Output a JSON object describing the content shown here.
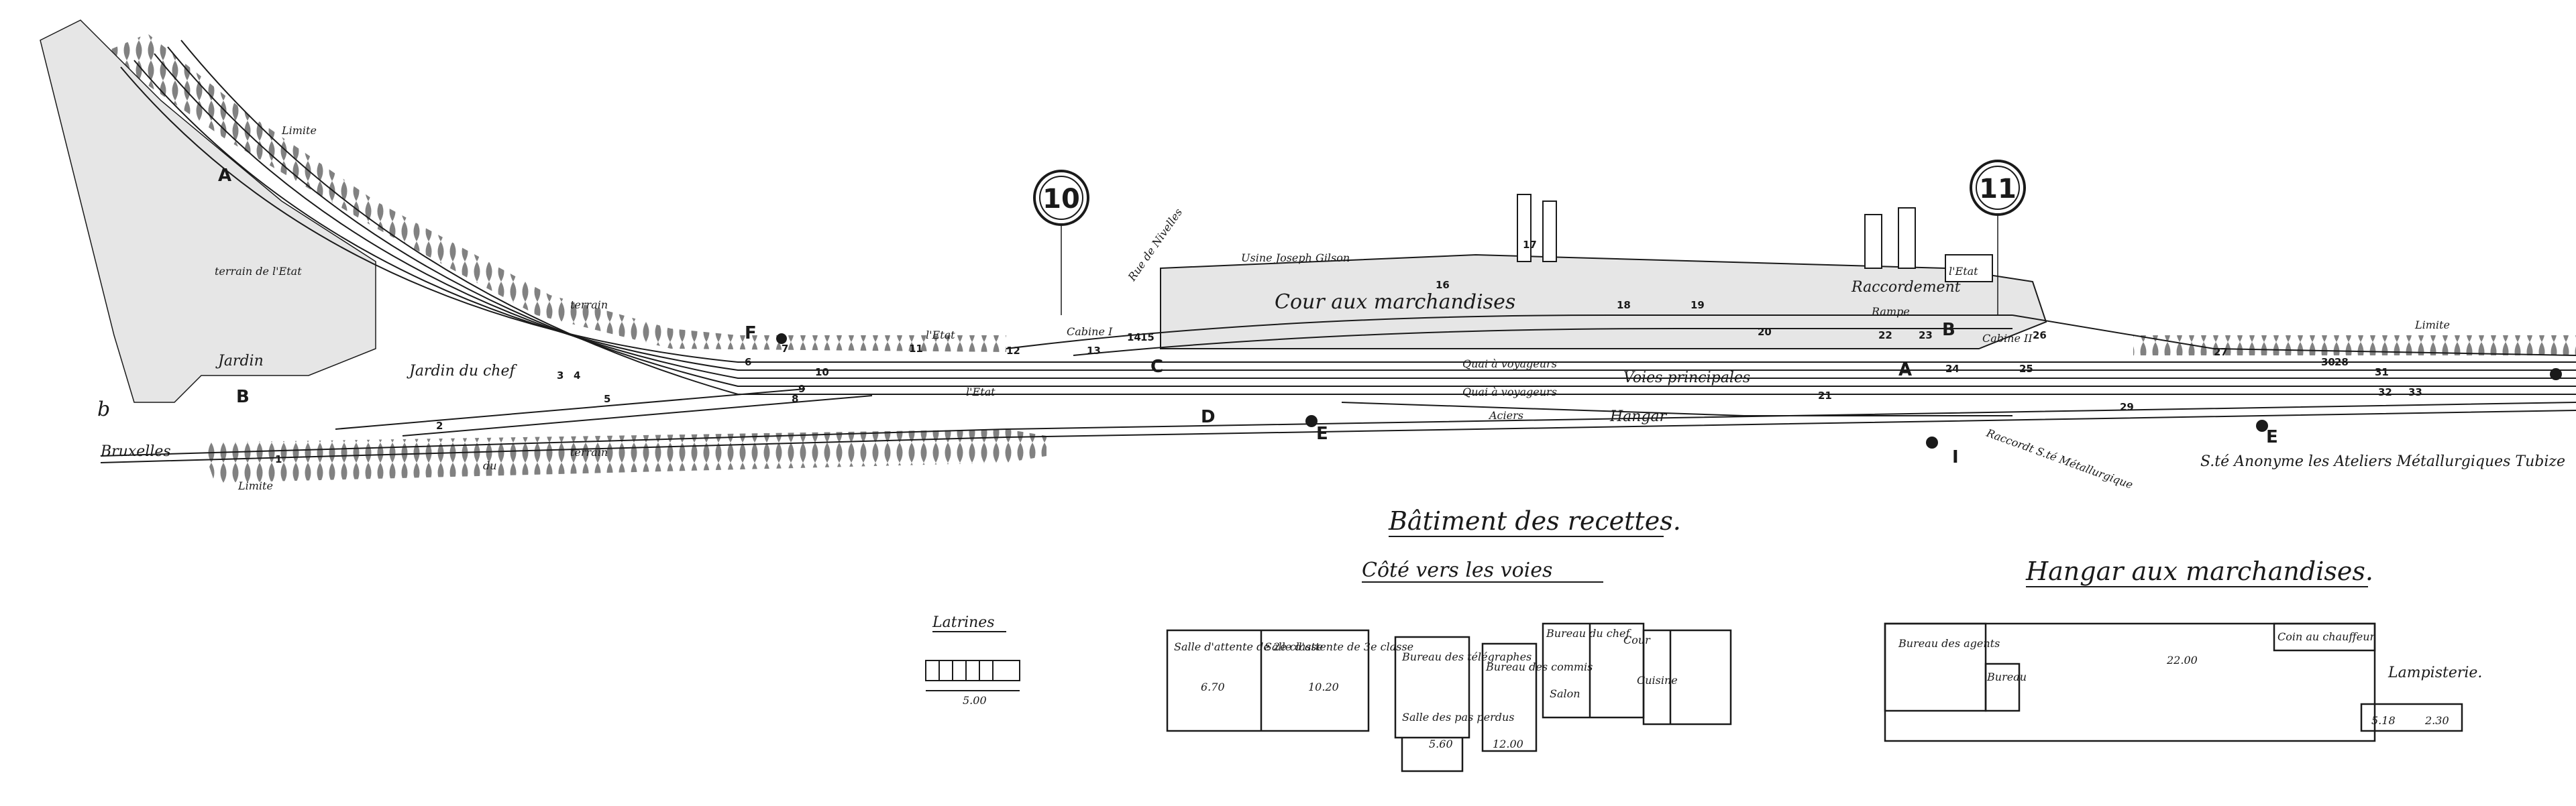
{
  "plan": {
    "markers": [
      "10",
      "11"
    ],
    "station_letters": [
      "A",
      "B",
      "F",
      "C",
      "D",
      "E",
      "I",
      "A",
      "B",
      "E"
    ],
    "labels": {
      "bruxelles": "Bruxelles",
      "b_left": "b",
      "limite_top": "Limite",
      "limite_bottom": "Limite",
      "terrain_etat": "terrain de l'Etat",
      "jardin": "Jardin",
      "jardin_chef": "Jardin du chef",
      "terrain_top": "terrain",
      "terrain_bottom": "terrain",
      "du_top": "du",
      "etat_1": "l'Etat",
      "etat_2": "l'Etat",
      "etat_3": "l'Etat",
      "rue_nivelles": "Rue de Nivelles",
      "cour_marchandises": "Cour aux marchandises",
      "quai_1": "Quai à voyageurs",
      "quai_2": "Quai à voyageurs",
      "voies_principales": "Voies principales",
      "raccordement": "Raccordement",
      "rampe": "Rampe",
      "cabine_1": "Cabine I",
      "cabine_2": "Cabine II",
      "aciers": "Aciers",
      "hangar": "Hangar",
      "limite_right": "Limite",
      "raccordement_metallurgique": "Raccordt S.té Métallurgique",
      "ateliers": "S.té Anonyme les Ateliers Métallurgiques Tubize",
      "usine": "Usine Joseph Gilson"
    },
    "numbers": [
      "1",
      "2",
      "3",
      "4",
      "5",
      "6",
      "7",
      "8",
      "9",
      "10",
      "11",
      "12",
      "13",
      "14",
      "15",
      "16",
      "17",
      "18",
      "19",
      "20",
      "21",
      "22",
      "23",
      "24",
      "25",
      "26",
      "27",
      "28",
      "29",
      "30",
      "31",
      "32",
      "33"
    ]
  },
  "sections": {
    "batiment_title": "Bâtiment des recettes.",
    "batiment_subtitle": "Côté vers les voies",
    "latrines_title": "Latrines",
    "hangar_title": "Hangar aux marchandises.",
    "lampisterie": "Lampisterie."
  },
  "batiment_rooms": {
    "salle_2": "Salle d'attente de 2e classe",
    "salle_3": "Salle d'attente de 3e classe",
    "bureau_telegraphe": "Bureau des télégraphes",
    "salle_pas_perdus": "Salle des pas perdus",
    "bureau_commis": "Bureau des commis",
    "bureau_chef": "Bureau du chef",
    "salon": "Salon",
    "cour": "Cour",
    "cuisine": "Cuisine",
    "dim_1": "6.70",
    "dim_2": "10.20",
    "dim_3": "5.60",
    "dim_4": "12.00"
  },
  "hangar_rooms": {
    "bureau": "Bureau des agents",
    "bureau_small": "Bureau",
    "dim_long": "22.00",
    "coin": "Coin au chauffeur",
    "dim_a": "5.18",
    "dim_b": "2.30"
  },
  "latrines_dim": "5.00"
}
